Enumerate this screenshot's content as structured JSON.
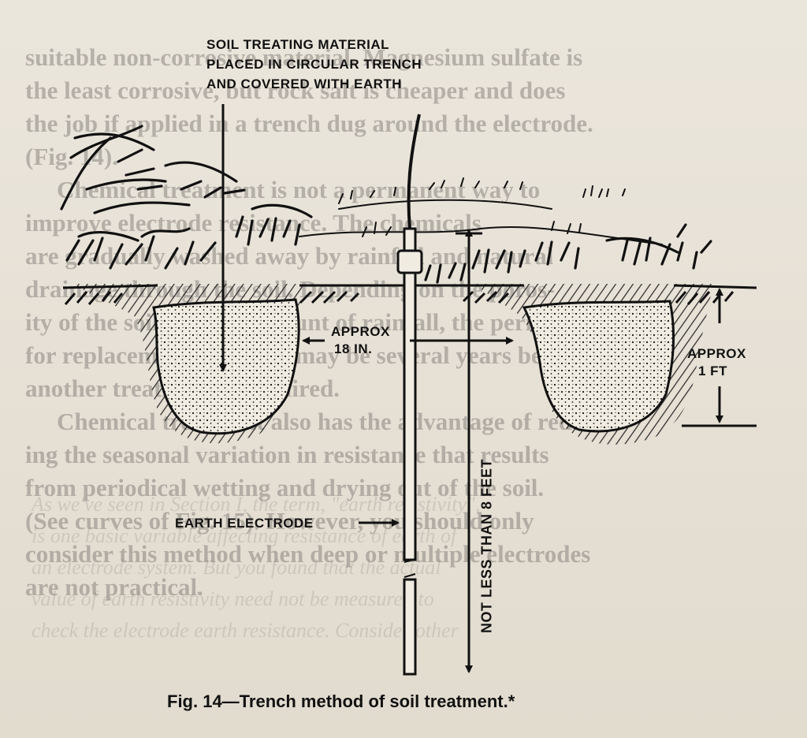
{
  "figure": {
    "material_label_lines": [
      "SOIL TREATING MATERIAL",
      "PLACED IN CIRCULAR TRENCH",
      "AND COVERED WITH EARTH"
    ],
    "width_label_lines": [
      "APPROX",
      "18 IN."
    ],
    "depth_label_lines": [
      "APPROX",
      "1 FT"
    ],
    "electrode_label": "EARTH ELECTRODE",
    "length_label": "NOT LESS THAN 8 FEET",
    "caption": "Fig. 14—Trench method of soil treatment.*"
  },
  "bleed_text": [
    "suitable non-corrosive material. Magnesium sulfate is",
    "the least corrosive, but rock salt is cheaper and does",
    "the job if applied in a trench dug around the electrode.",
    "(Fig. 14).",
    "Chemical treatment is not a permanent way to",
    "improve electrode resistance. The chemicals",
    "are gradually washed away by rainfall and natural",
    "drainage through the soil. Depending on the poros-",
    "ity of the soil and the amount of rainfall, the period",
    "for replacement varies. It may be several years before",
    "another treatment is required.",
    "Chemical treatment also has the advantage of reduc-",
    "ing the seasonal variation in resistance that results",
    "from periodical wetting and drying out of the soil.",
    "(See curves of Fig. 15). However, you should only",
    "consider this method when deep or multiple electrodes",
    "are not practical."
  ],
  "mirror_text": [
    "As we've seen in Section I, the term, \"earth resistivity\",",
    "is one basic variable affecting resistance of earth of",
    "an electrode system. But you found that the actual",
    "value of earth resistivity need not be measured to",
    "check the electrode earth resistance. Consider other"
  ],
  "colors": {
    "ink": "#111111",
    "paper": "#e8e2d7",
    "bleed": "#8a8680"
  }
}
